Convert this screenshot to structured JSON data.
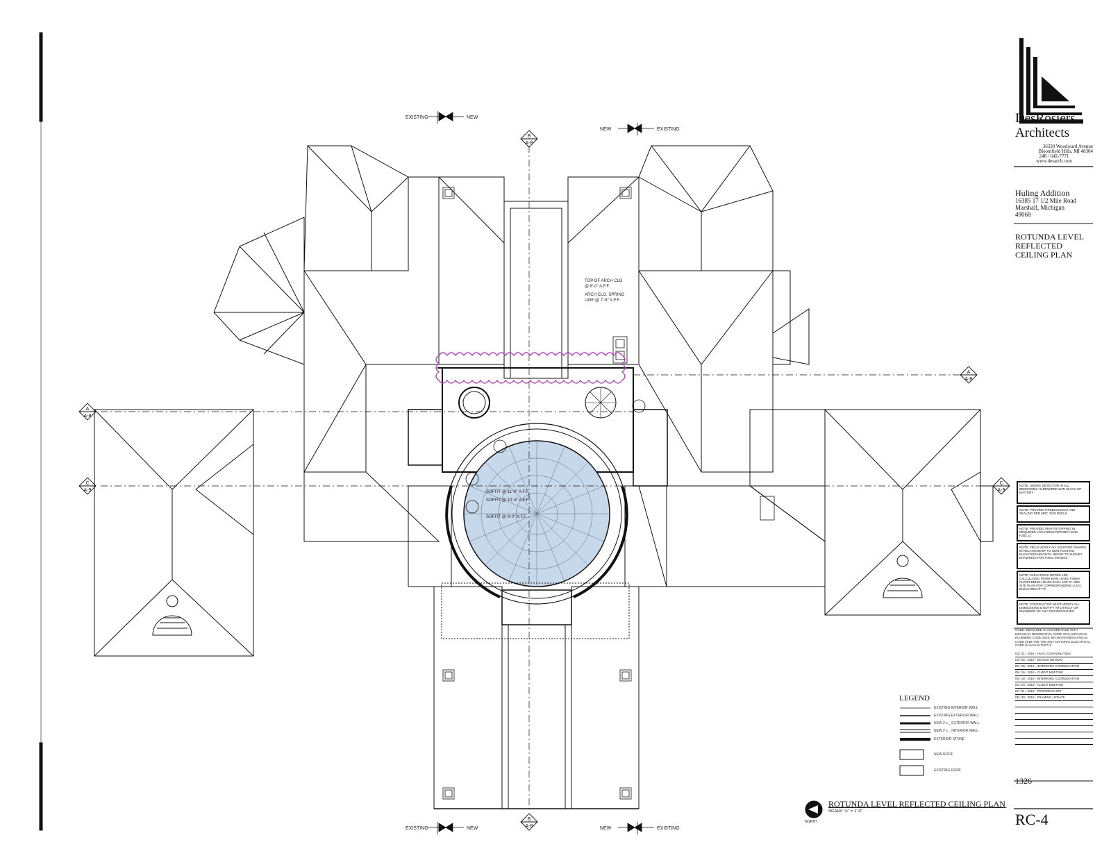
{
  "firm": {
    "name_line1": "DesRosiers",
    "name_line2": "Architects",
    "address_line1": "36330 Woodward Avenue",
    "address_line2": "Bloomfield Hills, MI  48304",
    "phone": "248 / 642-7771",
    "web": "www.desarch.com"
  },
  "project": {
    "name": "Huling Addition",
    "street": "16385   17 1/2 Mile Road",
    "city": "Marshall, Michigan",
    "zip": "49068"
  },
  "sheet": {
    "title_line1": "ROTUNDA LEVEL",
    "title_line2": "REFLECTED",
    "title_line3": "CEILING PLAN",
    "job_number": "1326",
    "sheet_number": "RC-4"
  },
  "drawing": {
    "title": "ROTUNDA LEVEL REFLECTED CEILING PLAN",
    "scale": "SCALE: ¼\" = 1'-0\"",
    "north_label": "NORTH"
  },
  "matchlines": {
    "existing": "EXISTING",
    "new": "NEW"
  },
  "section_markers": {
    "a_top": "A",
    "a_sheet": "A-8",
    "b_top": "B",
    "b_sheet": "A-8",
    "c_top": "C",
    "c_sheet": "A-9"
  },
  "annotations": {
    "arch_top_line1": "TOP OF ARCH CLG",
    "arch_top_line2": "@ 8'-0\" A.F.F.",
    "arch_spring_line1": "ARCH CLG. SPRING",
    "arch_spring_line2": "LINE @ 7'-6\" A.F.F.",
    "soffit1": "SOFFIT @ 11'-0\" A.F.F.",
    "soffit2": "SOFFIT @ 10'-6\" A.F.F.",
    "soffit3": "SOFFIT @ 9'-0\" A.F.F."
  },
  "legend": {
    "title": "LEGEND",
    "items": [
      "EXISTING INTERIOR WALL",
      "EXISTING EXTERIOR WALL",
      "NEW 2 x _ EXTERIOR WALL",
      "NEW 2 x _ INTERIOR WALL",
      "EXTERIOR STONE",
      "NEW ROOF",
      "EXISTING ROOF"
    ]
  },
  "notes": [
    "NOTE: SMOKE DETECTOR IN ALL BEDROOMS HARDWIRED WITH BACK-UP BATTERY",
    "NOTE: PROVIDE FIREBLOCKING AND SEALING PER MRC 2015 R602.8",
    "NOTE: PROVIDE DRAFTSTOPPING IN REQUIRED LOCATIONS PER MRC 2015 R302.12",
    "NOTE: FIELD VERIFY ALL EXISTING GRADES IN RELATIONSHIP TO NEW FOOTING ELEVATION HEIGHTS. REFER TO SURVEY DRAWINGS FOR FINAL GRADES",
    "NOTE: ELEVATIONS NOTED ARE CALCULATED FROM MAIN LEVEL FINISH FLOOR BENCH MARK ELEV. 100'-0\". SEE SITE PLAN FOR CORRESPONDING U.S.G. ELEVATION AT F.F.",
    "NOTE: CONTRACTOR MUST VERIFY ALL DIMENSIONS & NOTIFY ARCHITECT OR ENGINEER OF ANY DISCREPANCIES"
  ],
  "code_note": "CODE: DESIGNED IN ACCORDANCE WITH MICHIGAN RESIDENTIAL CODE 2015, MICHIGAN PLUMBING CODE 2018, MICHIGAN MECHANICAL CODE 2018 AND THE 2017 NATIONAL ELECTRICAL CODE IN SACHS PART 8",
  "revisions": [
    "03 / 31 / 2019 - HVAC COORDINATION",
    "03 / 26 / 2019 - DESIGN REVIEW",
    "05 / 08 / 2019 - INTERIORS COORDINATION",
    "05 / 16 / 2019 - CLIENT MEETING",
    "06 / 18 / 2019 - INTERIORS COORDINATION",
    "06 / 20 / 2019 - CLIENT MEETING",
    "07 / 31 / 2019 - PROGRESS SET",
    "08 / 30 / 2019 - FRAMING UPDATE"
  ],
  "colors": {
    "rotunda_fill": "#c7d8ea",
    "revision_cloud": "#b03fb8",
    "line": "#111111"
  }
}
